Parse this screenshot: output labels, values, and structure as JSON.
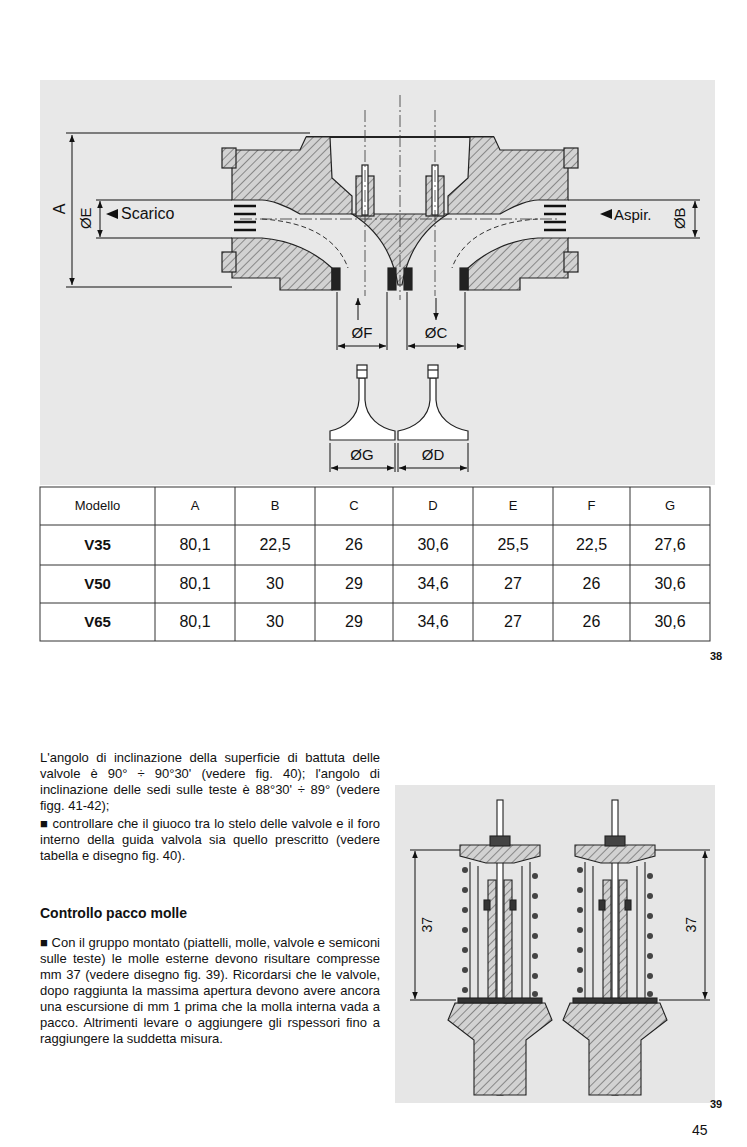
{
  "diagram": {
    "labels": [
      "A",
      "ØE",
      "Scarico",
      "Aspir.",
      "ØB",
      "ØF",
      "ØC",
      "ØG",
      "ØD",
      "Modello",
      "A",
      "B",
      "C",
      "D",
      "E",
      "F",
      "G",
      "V35",
      "80,1",
      "22,5",
      "26",
      "30,6",
      "25,5",
      "22,5",
      "27,6",
      "V50",
      "80,1",
      "30",
      "29",
      "34,6",
      "27",
      "26",
      "30,6",
      "V65",
      "80,1",
      "30",
      "29",
      "34,6",
      "27",
      "26",
      "30,6",
      "38",
      "L'angolo di inclinazione della superficie di battuta delle valvole è 90° ÷ 90°30' (vedere fig. 40); l'angolo di inclinazione delle sedi sulle teste è 88°30' ÷ 89° (vedere figg. 41-42);",
      "■ controllare che il giuoco tra lo stelo delle valvole e il foro interno della guida valvola sia quello prescritto (vedere tabella e disegno fig. 40).",
      "Controllo pacco molle",
      "■ Con il gruppo montato (piattelli, molle, valvole e semiconi sulle teste) le molle esterne devono risultare compresse mm 37 (vedere disegno fig. 39). Ricordarsi che le valvole, dopo raggiunta la massima apertura devono avere ancora una escursione di mm 1 prima che la molla interna vada a pacco. Altrimenti levare o aggiungere gli rspessori fino a raggiungere la suddetta misura.",
      "37",
      "37",
      "39",
      "45"
    ]
  }
}
